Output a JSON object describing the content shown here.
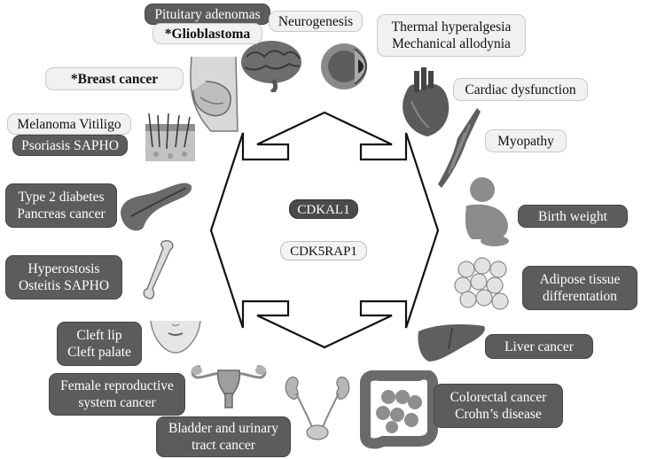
{
  "center": {
    "primary_gene": "CDKAL1",
    "secondary_gene": "CDK5RAP1"
  },
  "labels": {
    "pituitary": "Pituitary adenomas",
    "glioblastoma": "*Glioblastoma",
    "neurogenesis": "Neurogenesis",
    "thermal": [
      "Thermal hyperalgesia",
      "Mechanical allodynia"
    ],
    "breast": "*Breast cancer",
    "cardiac": "Cardiac dysfunction",
    "skin": [
      "Melanoma Vitiligo",
      "Psoriasis SAPHO"
    ],
    "myopathy": "Myopathy",
    "diabetes": [
      "Type 2 diabetes",
      "Pancreas cancer"
    ],
    "birth_weight": "Birth weight",
    "bone": [
      "Hyperostosis",
      "Osteitis SAPHO"
    ],
    "adipose": [
      "Adipose tissue",
      "differentation"
    ],
    "cleft": [
      "Cleft lip",
      "Cleft palate"
    ],
    "liver": "Liver cancer",
    "female": [
      "Female reproductive",
      "system cancer"
    ],
    "colorectal": [
      "Colorectal cancer",
      "Crohn’s disease"
    ],
    "bladder": [
      "Bladder and urinary",
      "tract cancer"
    ]
  },
  "icons": [
    "brain-icon",
    "eye-icon",
    "breast-icon",
    "heart-icon",
    "skin-icon",
    "muscle-icon",
    "pancreas-icon",
    "baby-icon",
    "bone-icon",
    "adipose-icon",
    "face-icon",
    "liver-icon",
    "uterus-icon",
    "kidney-icon",
    "intestine-icon"
  ]
}
